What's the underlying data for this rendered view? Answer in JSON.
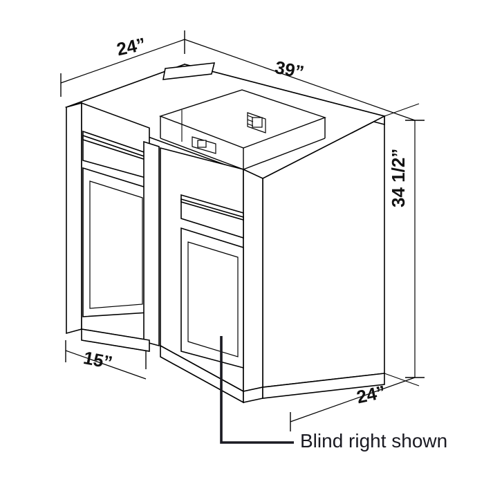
{
  "drawing": {
    "type": "isometric-technical-drawing",
    "subject": "blind-corner-base-cabinet",
    "background_color": "#ffffff",
    "line_color": "#000000",
    "fill_color": "#ffffff",
    "caption": "Blind right shown"
  },
  "dimensions": {
    "top_left_depth": "24”",
    "top_right_width": "39”",
    "right_height": "34 1/2”",
    "bottom_left_width": "15”",
    "bottom_right_depth": "24”"
  },
  "icons": {
    "leader_line": "leader-line",
    "dimension_tick": "dimension-tick-mark",
    "drawer_slide": "drawer-slide-hardware"
  }
}
